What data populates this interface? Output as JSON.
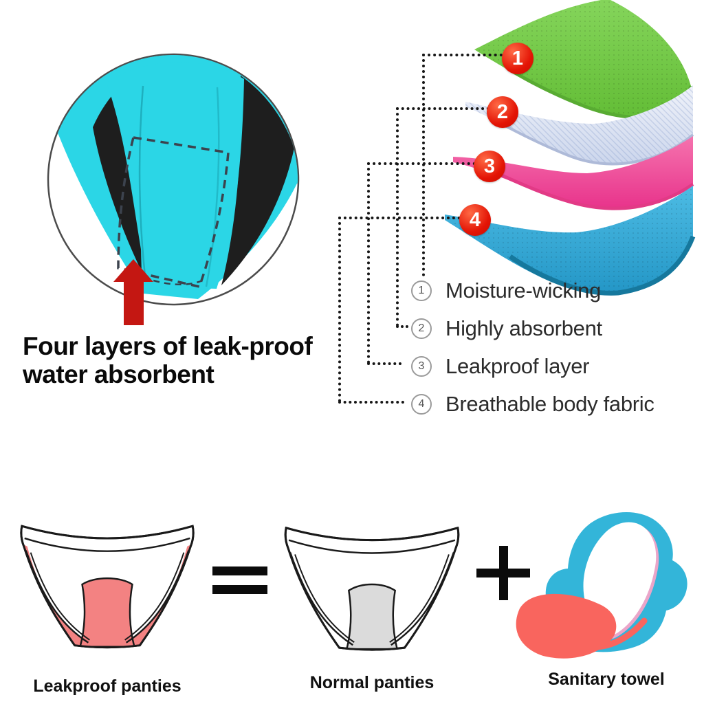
{
  "detail_view": {
    "caption_line1": "Four layers of leak-proof",
    "caption_line2": "water absorbent",
    "colors": {
      "fabric": "#2bd6e6",
      "lining": "#1e1e1e",
      "arrow": "#c41712",
      "gusset_outline_dashed": "#3c434e"
    }
  },
  "layers_diagram": {
    "badges": [
      {
        "number": "1"
      },
      {
        "number": "2"
      },
      {
        "number": "3"
      },
      {
        "number": "4"
      }
    ],
    "badge_color": "#e31405",
    "layer_colors": {
      "moisture_wicking": "#74c948",
      "highly_absorbent": "#e4eaf7",
      "leakproof_layer": "#ef4f9c",
      "breathable_body_fabric": "#2fa4d4"
    },
    "legend": [
      {
        "marker": "1",
        "label": "Moisture-wicking"
      },
      {
        "marker": "2",
        "label": "Highly absorbent"
      },
      {
        "marker": "3",
        "label": "Leakproof layer"
      },
      {
        "marker": "4",
        "label": "Breathable body fabric"
      }
    ]
  },
  "equation": {
    "left_label": "Leakproof panties",
    "equals_sign": "=",
    "middle_label": "Normal panties",
    "plus_sign": "+",
    "right_label": "Sanitary towel",
    "colors": {
      "leakproof_gusset": "#f38282",
      "normal_gusset": "#dbdbdb",
      "towel_body": "#33b5d9",
      "towel_back": "#f9655e",
      "towel_inner_edge": "#eaa5c9",
      "outline": "#1a1a1a"
    }
  }
}
